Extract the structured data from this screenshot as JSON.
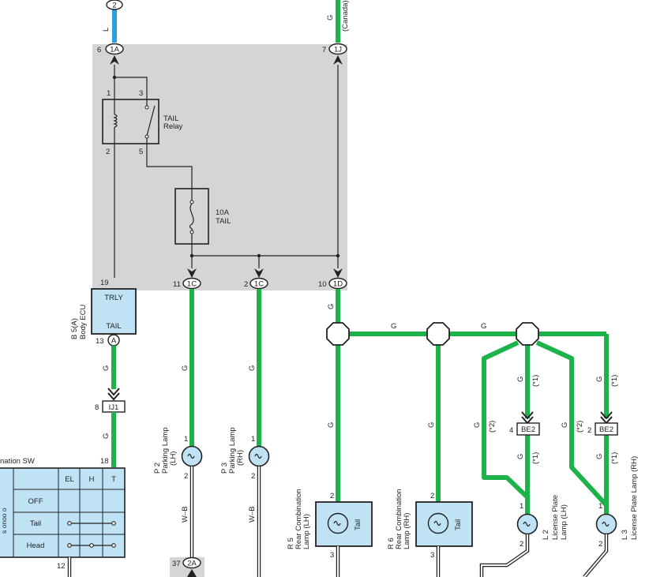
{
  "connectors": {
    "top_left_circle": "2",
    "top_left_wire": "L",
    "top_right_wire": "G",
    "top_right_note": "(Canada)",
    "c6_num": "6",
    "c6_label": "1A",
    "c7_num": "7",
    "c7_label": "1J",
    "c11_num": "11",
    "c11_label": "1C",
    "c2_num": "2",
    "c2_label": "1C",
    "c10_num": "10",
    "c10_label": "1D",
    "c19_num": "19",
    "c13_num": "13",
    "c13_label": "A",
    "ij1_num": "8",
    "ij1_label": "IJ1",
    "pin18": "18",
    "pin12": "12",
    "c37_num": "37",
    "c37_label": "2A",
    "be2_lh_num": "4",
    "be2_lh_label": "BE2",
    "be2_rh_num": "2",
    "be2_rh_label": "BE2"
  },
  "relay": {
    "label_line1": "TAIL",
    "label_line2": "Relay",
    "pin1": "1",
    "pin2": "2",
    "pin3": "3",
    "pin5": "5"
  },
  "fuse": {
    "label_line1": "10A",
    "label_line2": "TAIL"
  },
  "ecu": {
    "top_label": "TRLY",
    "bottom_label": "TAIL",
    "code": "B 5(A)",
    "name": "Body ECU"
  },
  "wires": {
    "g_ecu_upper": "G",
    "g_ecu_lower": "G",
    "g_11": "G",
    "g_2": "G",
    "g_10": "G",
    "g_bus1": "G",
    "g_bus2": "G",
    "g_r5": "G",
    "g_r6": "G",
    "g_lh_up": "G",
    "g_lh_up_note": "(*1)",
    "g_lh_low": "G",
    "g_lh_low_note": "(*1)",
    "g_lh_alt": "G",
    "g_lh_alt_note": "(*2)",
    "g_rh_up": "G",
    "g_rh_up_note": "(*1)",
    "g_rh_low": "G",
    "g_rh_low_note": "(*1)",
    "g_rh_alt": "G",
    "g_rh_alt_note": "(*2)",
    "wb_p2": "W–B",
    "wb_p3": "W–B"
  },
  "components": {
    "p2": {
      "code": "P 2",
      "name": "Parking Lamp",
      "side": "(LH)",
      "pin_top": "1",
      "pin_bottom": "2"
    },
    "p3": {
      "code": "P 3",
      "name": "Parking Lamp",
      "side": "(RH)",
      "pin_top": "1",
      "pin_bottom": "2"
    },
    "r5": {
      "code": "R 5",
      "name": "Rear Combination",
      "name2": "Lamp (LH)",
      "inner": "Tail",
      "pin_top": "2",
      "pin_bottom": "3"
    },
    "r6": {
      "code": "R 6",
      "name": "Rear Combination",
      "name2": "Lamp (RH)",
      "inner": "Tail",
      "pin_top": "2",
      "pin_bottom": "3"
    },
    "l2": {
      "code": "L 2",
      "name": "License Plate",
      "name2": "Lamp (LH)",
      "pin_top": "1",
      "pin_bottom": "2"
    },
    "l3": {
      "code": "L 3",
      "name": "License Plate Lamp (RH)",
      "pin_top": "1",
      "pin_bottom": "2"
    }
  },
  "switch_table": {
    "title": "nation SW",
    "side_label": "s onoo o",
    "columns": [
      "EL",
      "H",
      "T"
    ],
    "rows": [
      "OFF",
      "Tail",
      "Head"
    ]
  },
  "colors": {
    "green_wire": "#1db34a",
    "blue_wire": "#2b9fe3",
    "junction_block": "#d4d5d7",
    "component_fill": "#bfe3f5"
  }
}
